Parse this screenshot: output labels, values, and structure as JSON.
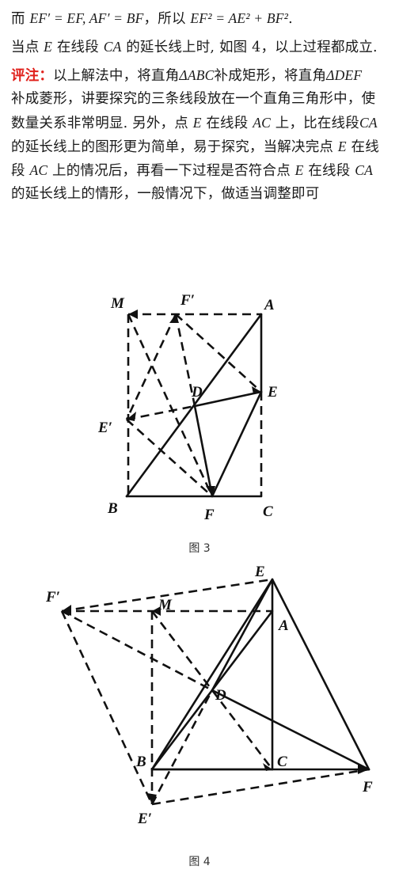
{
  "text": {
    "line1_a": "而 ",
    "line1_math": "EF′ = EF, AF′ = BF",
    "line1_b": "，所以 ",
    "line1_math2": "EF² = AE² + BF²",
    "line1_c": ".",
    "line2_a": "当点 ",
    "line2_E": "E",
    "line2_b": " 在线段 ",
    "line2_CA": "CA",
    "line2_c": " 的延长线上时, 如图 4，以上过程都成立.",
    "note_label": "评注：",
    "note_line1_a": "以上解法中，将直角",
    "note_line1_m1": "ΔABC",
    "note_line1_b": "补成矩形，将直角",
    "note_line1_m2": "ΔDEF",
    "note_line2": "补成菱形，讲要探究的三条线段放在一个直角三角形中，使",
    "note_line3_a": "数量关系非常明显. 另外，点 ",
    "note_line3_E": "E",
    "note_line3_b": " 在线段 ",
    "note_line3_AC": "AC",
    "note_line3_c": " 上，比在线段",
    "note_line3_CA": "CA",
    "note_line4_a": "的延长线上的图形更为简单，易于探究，当解决完点 ",
    "note_line4_E": "E",
    "note_line4_b": " 在线",
    "note_line5_a": "段 ",
    "note_line5_AC": "AC",
    "note_line5_b": " 上的情况后，再看一下过程是否符合点 ",
    "note_line5_E": "E",
    "note_line5_c": " 在线段 ",
    "note_line5_CA": "CA",
    "note_line6": "的延长线上的情形，一般情况下，做适当调整即可"
  },
  "figure3": {
    "caption": "图 3",
    "labels": {
      "M": "M",
      "F_prime": "F′",
      "A": "A",
      "D": "D",
      "E": "E",
      "E_prime": "E′",
      "B": "B",
      "F": "F",
      "C": "C"
    }
  },
  "figure4": {
    "caption": "图 4",
    "labels": {
      "E": "E",
      "F_prime": "F′",
      "M": "M",
      "A": "A",
      "D": "D",
      "B": "B",
      "C": "C",
      "F": "F",
      "E_prime": "E′"
    }
  }
}
